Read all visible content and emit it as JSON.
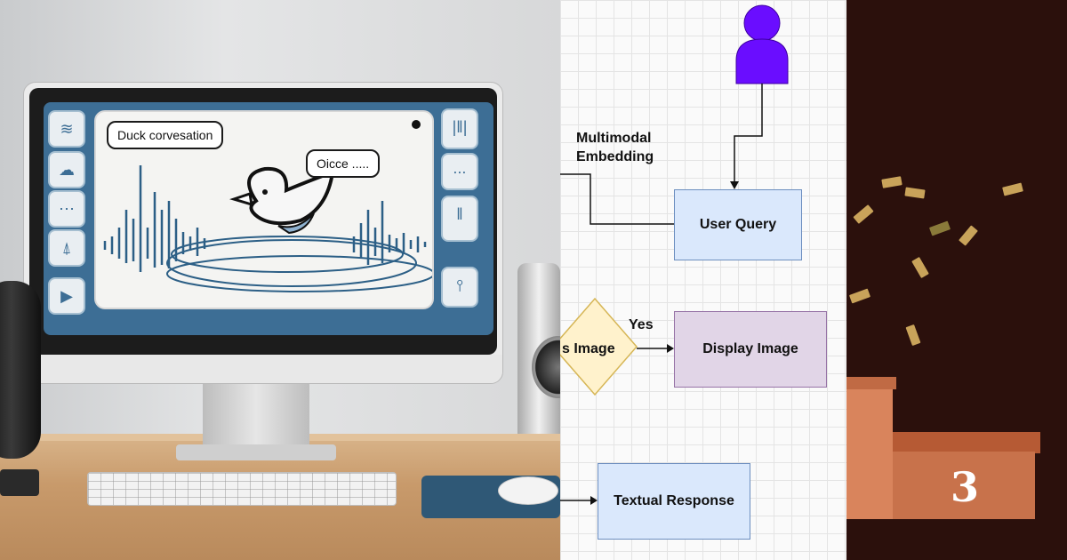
{
  "left_scene": {
    "bubble_1": "Duck corvesation",
    "bubble_2": "Oicce ....."
  },
  "diagram": {
    "embedding_label_line1": "Multimodal",
    "embedding_label_line2": "Embedding",
    "user_query": "User Query",
    "decision_label": "s Image",
    "yes_label": "Yes",
    "display_image": "Display Image",
    "textual_response": "Textual Response",
    "colors": {
      "person": "#6a0dff",
      "blue_box_fill": "#dae8fc",
      "blue_box_border": "#6c8ebf",
      "purple_box_fill": "#e1d5e7",
      "purple_box_border": "#9673a6",
      "decision_fill": "#fff2cc",
      "decision_border": "#d6b656"
    }
  },
  "podium": {
    "place_number": "3"
  }
}
